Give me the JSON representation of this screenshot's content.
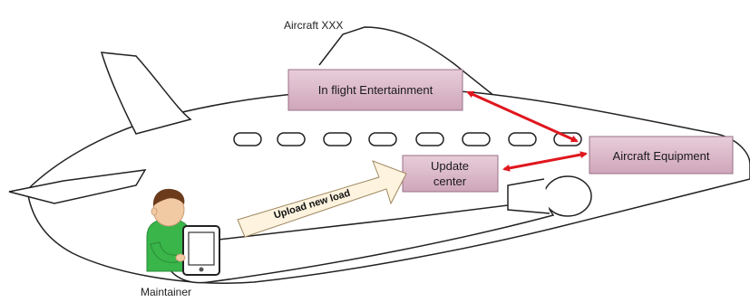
{
  "aircraft_label": "Aircraft XXX",
  "nodes": {
    "ife": "In flight Entertainment",
    "equipment": "Aircraft Equipment",
    "update_line1": "Update",
    "update_line2": "center"
  },
  "upload_arrow_label": "Upload new load",
  "maintainer_label": "Maintainer",
  "colors": {
    "node_fill": "#dcb8c8",
    "node_stroke": "#9a7088",
    "connector": "#e0161e",
    "upload_arrow_fill": "#fdf3df",
    "skin": "#f1c9a3",
    "hair": "#6b3b1c",
    "shirt": "#39b54a"
  }
}
